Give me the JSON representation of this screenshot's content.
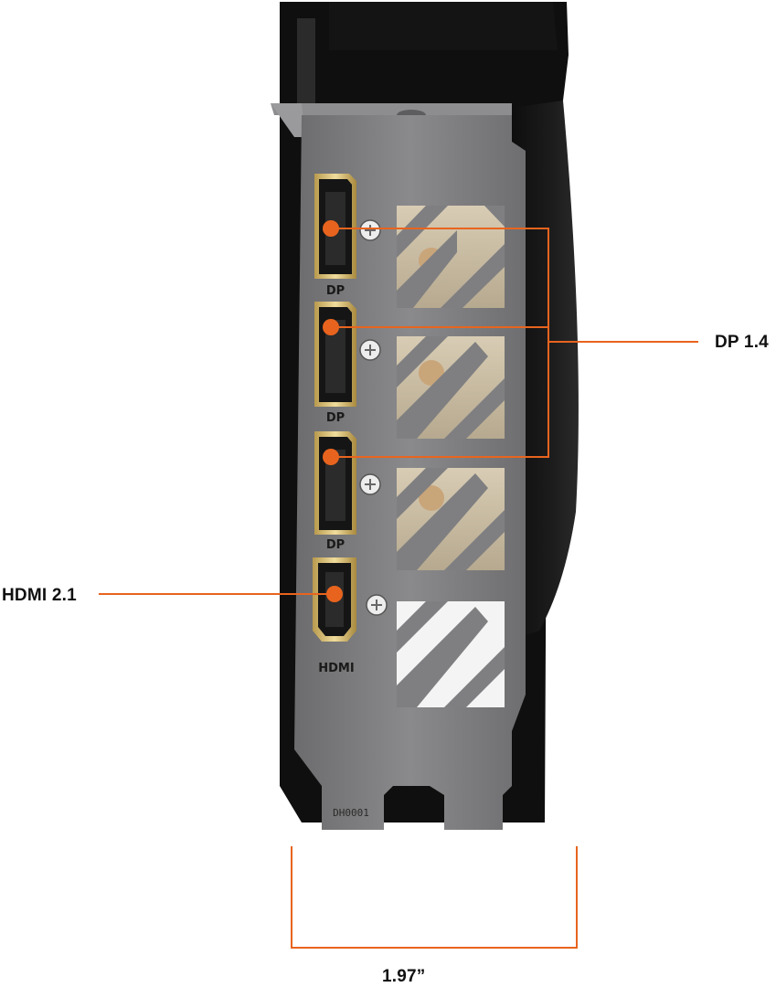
{
  "callouts": {
    "dp": "DP 1.4",
    "hdmi": "HDMI 2.1",
    "width": "1.97”"
  },
  "bracket": {
    "port_labels": {
      "dp_1": "DP",
      "dp_2": "DP",
      "dp_3": "DP",
      "hdmi": "HDMI"
    },
    "stamp": "DH0001"
  },
  "colors": {
    "callout": "#e8641e",
    "bracket": "#7a7a7c",
    "card_body": "#161616",
    "port_gold": "#d4b86a"
  }
}
